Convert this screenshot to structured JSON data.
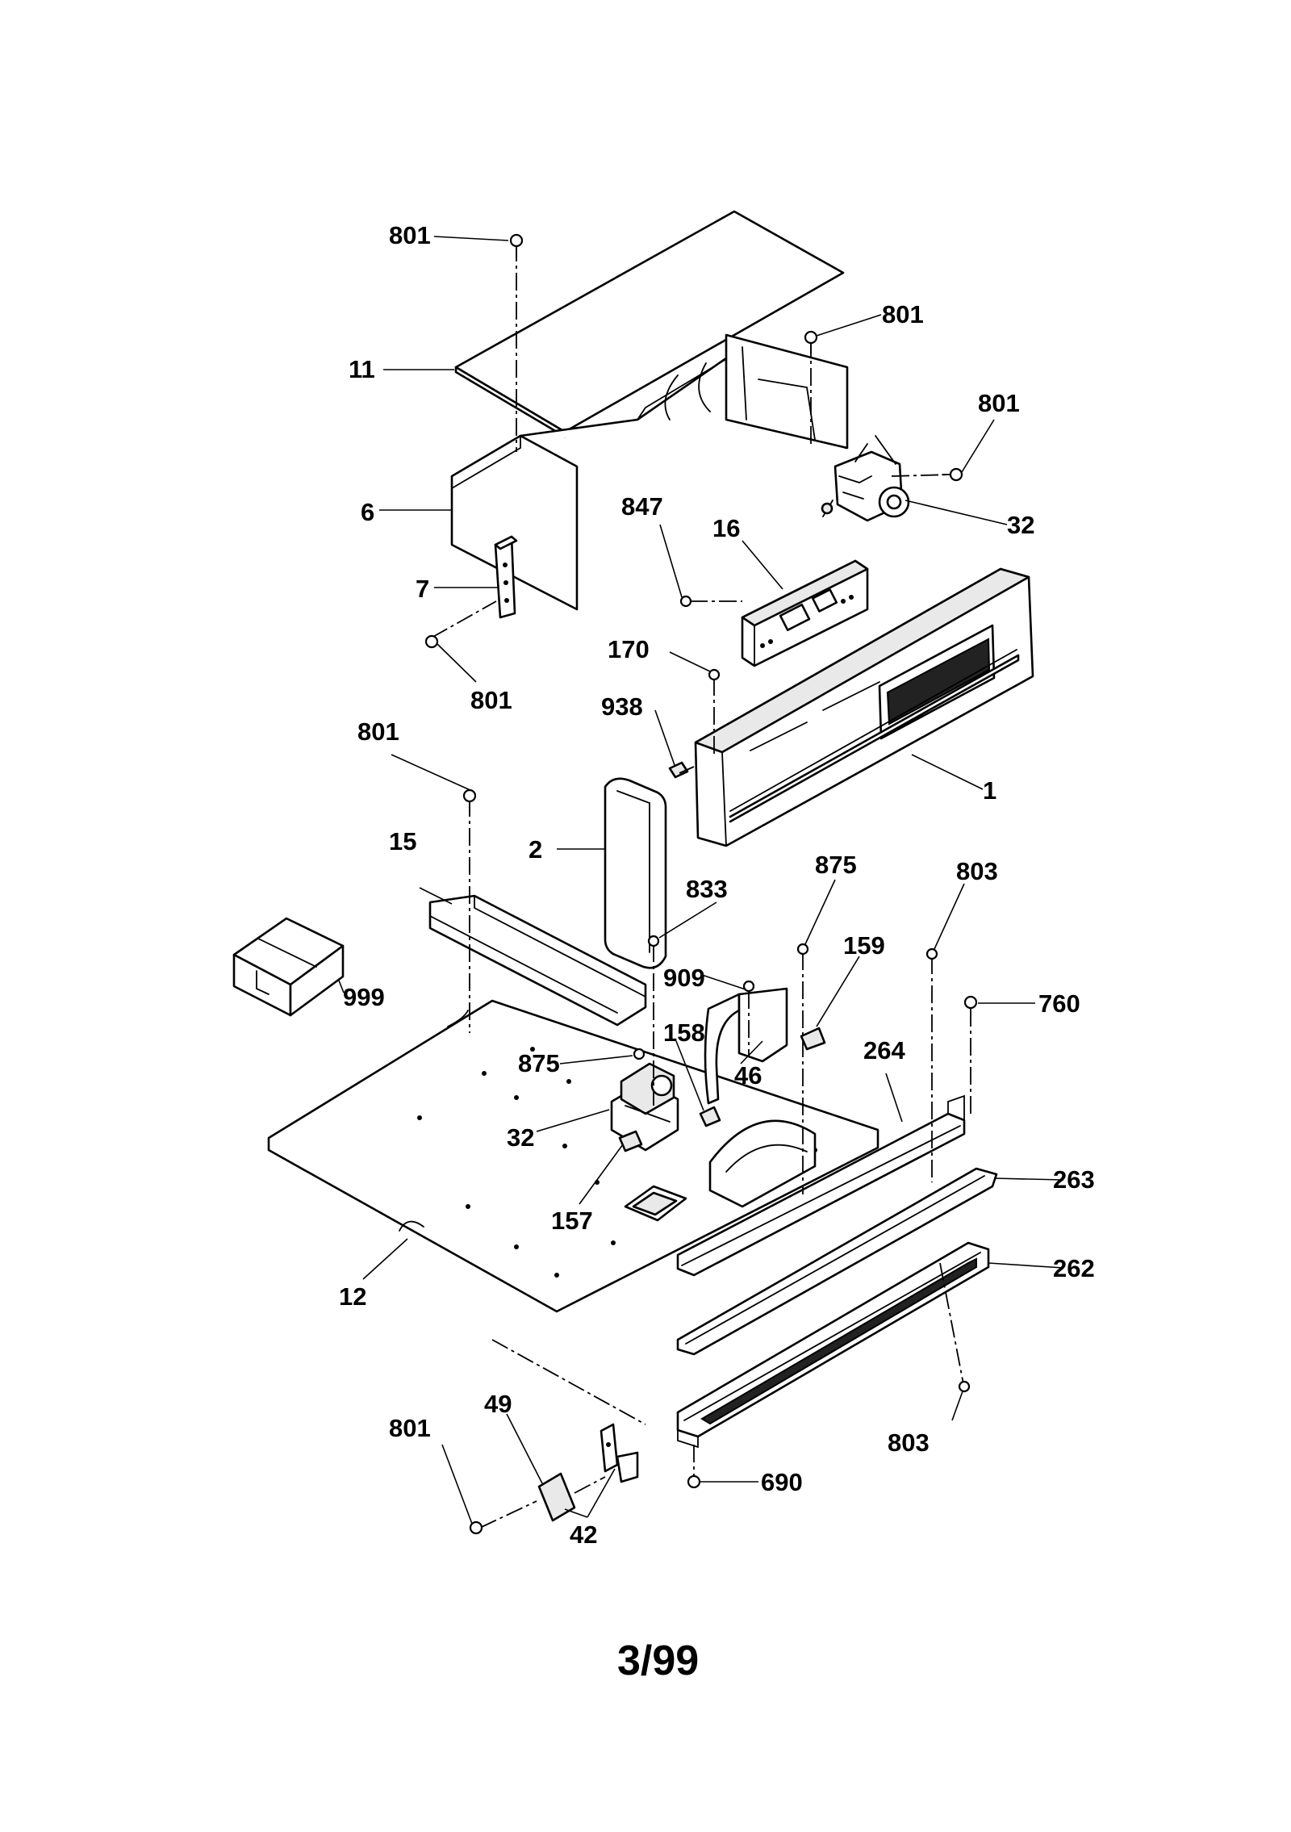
{
  "diagram": {
    "labels": {
      "l801a": "801",
      "l11": "11",
      "l801b": "801",
      "l801c": "801",
      "l32a": "32",
      "l6": "6",
      "l847": "847",
      "l16": "16",
      "l7": "7",
      "l801d": "801",
      "l170": "170",
      "l938": "938",
      "l801e": "801",
      "l1": "1",
      "l15": "15",
      "l2": "2",
      "l833": "833",
      "l875a": "875",
      "l803a": "803",
      "l909": "909",
      "l159": "159",
      "l760": "760",
      "l999": "999",
      "l158": "158",
      "l46": "46",
      "l875b": "875",
      "l264": "264",
      "l32b": "32",
      "l263": "263",
      "l157": "157",
      "l262": "262",
      "l12": "12",
      "l49": "49",
      "l801f": "801",
      "l803b": "803",
      "l690": "690",
      "l42": "42"
    },
    "page_number": "3/99"
  }
}
